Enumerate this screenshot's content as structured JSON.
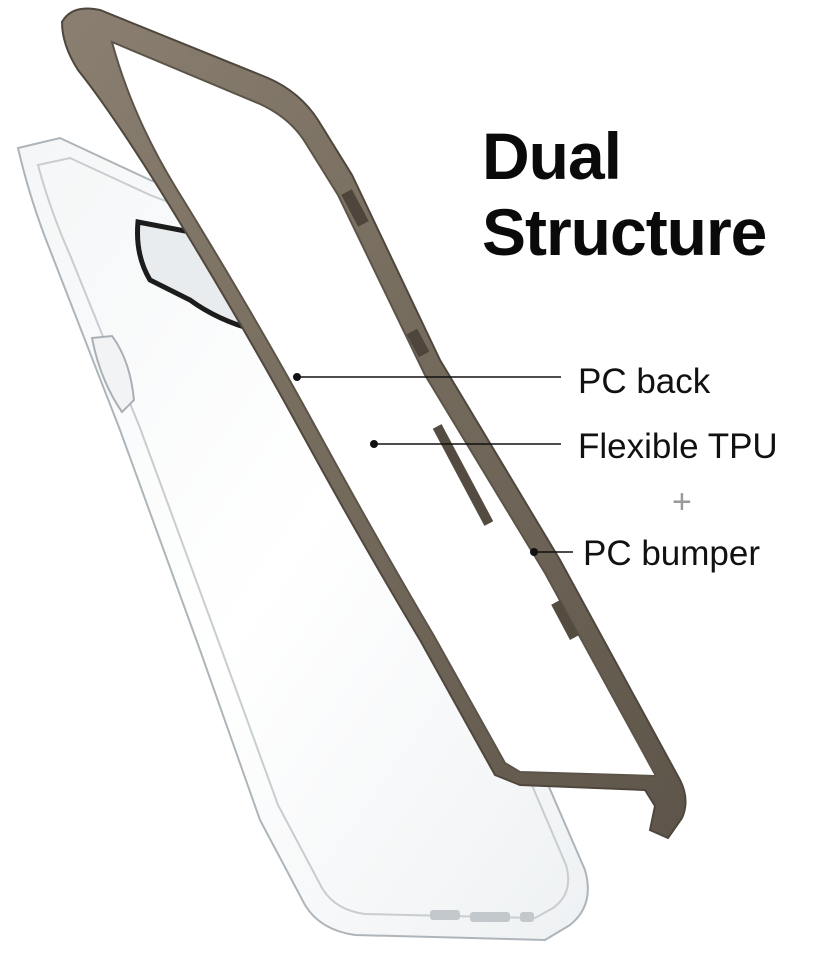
{
  "headline": {
    "line1": "Dual",
    "line2": "Structure"
  },
  "callouts": {
    "pc_back": "PC back",
    "flexible_tpu": "Flexible TPU",
    "plus": "+",
    "pc_bumper": "PC bumper"
  },
  "colors": {
    "bumper": "#7b7062",
    "bumper_dark": "#5a5247",
    "clear_edge": "#b9bfc4",
    "text": "#0a0a0a",
    "plus": "#9a9a9a"
  }
}
